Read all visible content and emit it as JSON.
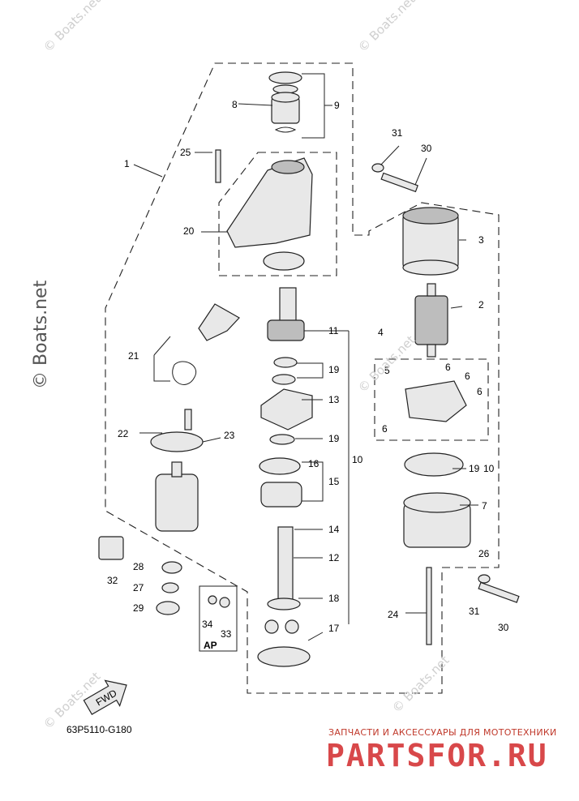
{
  "watermark": "© Boats.net",
  "diagram_code": "63P5110-G180",
  "fwd_label": "FWD",
  "ap_label": "AP",
  "shop": {
    "tagline": "ЗАПЧАСТИ И АКСЕССУАРЫ ДЛЯ МОТОТЕХНИКИ",
    "brand": "PARTSFOR.RU"
  },
  "callouts": {
    "c1": "1",
    "c2": "2",
    "c3": "3",
    "c4": "4",
    "c5": "5",
    "c6a": "6",
    "c6b": "6",
    "c6c": "6",
    "c6d": "6",
    "c7": "7",
    "c8": "8",
    "c9": "9",
    "c10a": "10",
    "c10b": "19",
    "c10c": "10",
    "c11": "11",
    "c12": "12",
    "c13": "13",
    "c14": "14",
    "c15": "15",
    "c16": "16",
    "c17": "17",
    "c18": "18",
    "c19a": "19",
    "c19b": "19",
    "c20": "20",
    "c21": "21",
    "c22": "22",
    "c23": "23",
    "c24": "24",
    "c25": "25",
    "c26": "26",
    "c27": "27",
    "c28": "28",
    "c29": "29",
    "c30a": "30",
    "c30b": "30",
    "c31a": "31",
    "c31b": "31",
    "c32": "32",
    "c33": "33",
    "c34": "34"
  }
}
